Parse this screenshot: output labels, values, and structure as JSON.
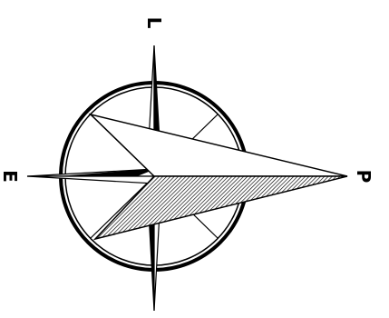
{
  "compass": {
    "labels": {
      "top": "L",
      "left": "E",
      "right": "P"
    },
    "colors": {
      "ink": "#000000",
      "paper": "#ffffff"
    }
  }
}
